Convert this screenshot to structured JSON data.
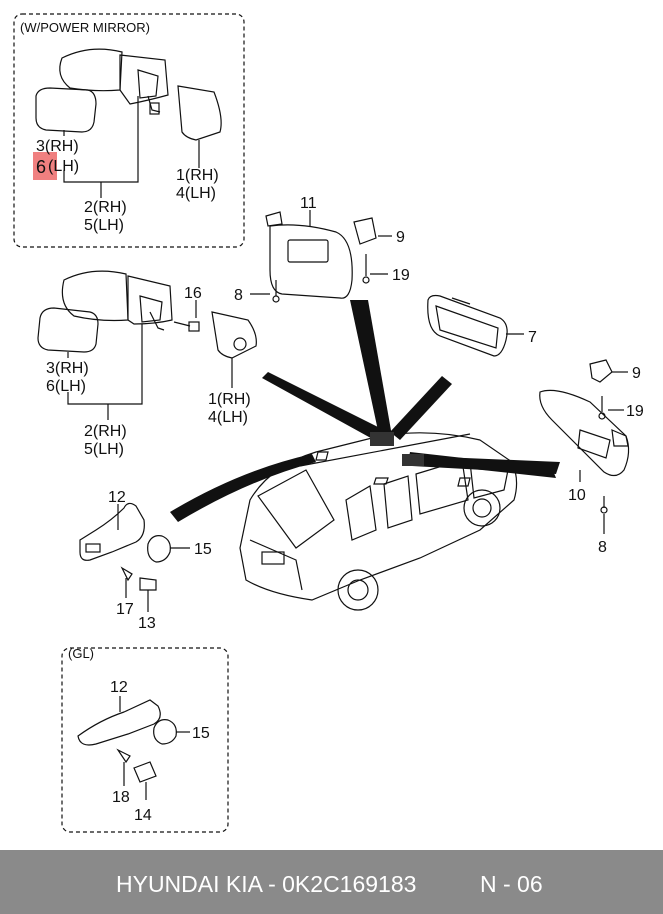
{
  "diagram": {
    "group_labels": {
      "power_mirror": "(W/POWER MIRROR)",
      "gl": "(GL)"
    },
    "callouts": {
      "pm_3rh": "3(RH)",
      "pm_6": "6",
      "pm_lh": "(LH)",
      "pm_1rh": "1(RH)",
      "pm_4lh": "4(LH)",
      "pm_2rh": "2(RH)",
      "pm_5lh": "5(LH)",
      "m_16": "16",
      "m_3rh": "3(RH)",
      "m_6lh": "6(LH)",
      "m_1rh": "1(RH)",
      "m_4lh": "4(LH)",
      "m_2rh": "2(RH)",
      "m_5lh": "5(LH)",
      "v_11": "11",
      "v_9": "9",
      "v_19": "19",
      "v_8": "8",
      "r_7": "7",
      "rv_9": "9",
      "rv_19": "19",
      "rv_10": "10",
      "rv_8": "8",
      "g_12": "12",
      "g_15": "15",
      "g_17": "17",
      "g_13": "13",
      "gl_12": "12",
      "gl_15": "15",
      "gl_18": "18",
      "gl_14": "14"
    },
    "highlight_color": "#f08080"
  },
  "footer": {
    "brand": "HYUNDAI  KIA - 0K2C169183",
    "page": "N - 06"
  },
  "colors": {
    "footer_bg": "#8a8a8a",
    "footer_text": "#ffffff"
  }
}
